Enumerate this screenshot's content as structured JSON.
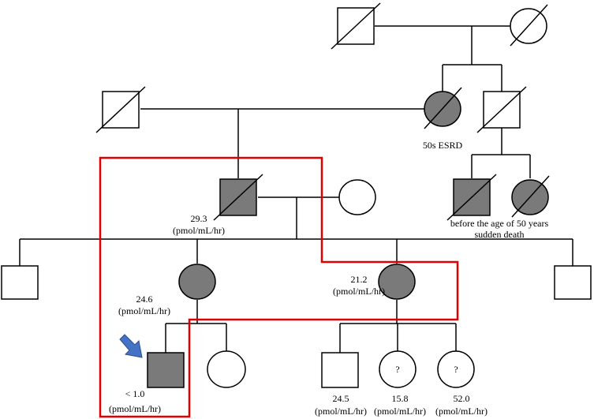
{
  "colors": {
    "affected": "#7a7a7a",
    "unaffected": "#ffffff",
    "highlight": "#e00000",
    "proband_arrow": "#4472c4"
  },
  "labels": {
    "gm_mother": "50s ESRD",
    "sib_note_1": "before the age of 50 years",
    "sib_note_2": "sudden death",
    "father_value": "29.3",
    "father_unit": "(pmol/mL/hr)",
    "daughter1_value": "24.6",
    "daughter1_unit": "(pmol/mL/hr)",
    "daughter2_value": "21.2",
    "daughter2_unit": "(pmol/mL/hr)",
    "proband_value": "< 1.0",
    "proband_unit": "(pmol/mL/hr)",
    "c1_value": "24.5",
    "c1_unit": "(pmol/mL/hr)",
    "c2_value": "15.8",
    "c2_unit": "(pmol/mL/hr)",
    "c3_value": "52.0",
    "c3_unit": "(pmol/mL/hr)",
    "unknown_1": "?",
    "unknown_2": "?"
  }
}
